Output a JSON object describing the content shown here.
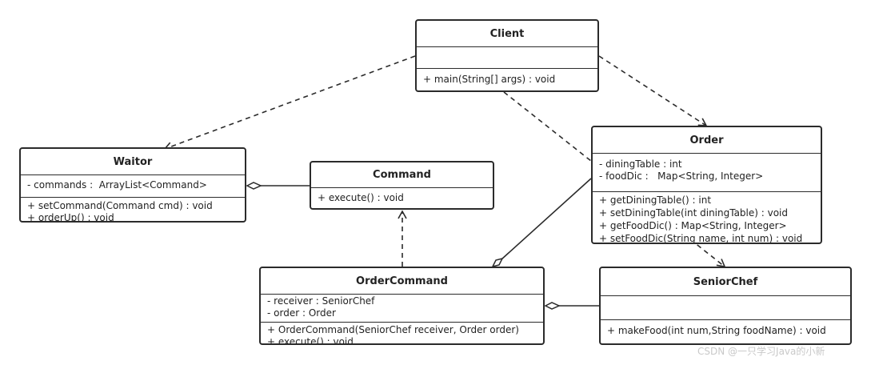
{
  "classes": {
    "client": {
      "name": "Client",
      "attributes": [],
      "operations": [
        "+ main(String[] args) : void"
      ]
    },
    "waiter": {
      "name": "Waitor",
      "attributes": [
        "- commands :  ArrayList<Command>"
      ],
      "operations": [
        "+ setCommand(Command cmd) : void",
        "+ orderUp() : void"
      ]
    },
    "command": {
      "name": "Command",
      "attributes": [],
      "operations": [
        "+ execute() : void"
      ]
    },
    "order": {
      "name": "Order",
      "attributes": [
        "- diningTable : int",
        "- foodDic :   Map<String, Integer>"
      ],
      "operations": [
        "+ getDiningTable() : int",
        "+ setDiningTable(int diningTable) : void",
        "+ getFoodDic() : Map<String, Integer>",
        "+ setFoodDic(String name, int num) : void"
      ]
    },
    "ordercommand": {
      "name": "OrderCommand",
      "attributes": [
        "- receiver : SeniorChef",
        "- order : Order"
      ],
      "operations": [
        "+ OrderCommand(SeniorChef receiver, Order order)",
        "+ execute() : void"
      ]
    },
    "seniorchef": {
      "name": "SeniorChef",
      "attributes": [],
      "operations": [
        "+ makeFood(int num,String foodName) : void"
      ]
    }
  },
  "watermark": "CSDN @一只学习Java的小新"
}
